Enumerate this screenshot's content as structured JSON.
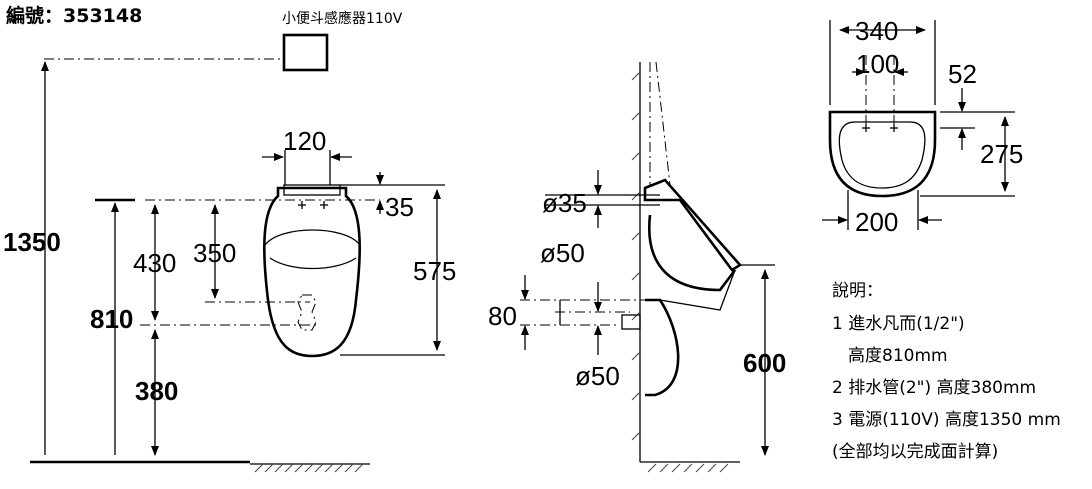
{
  "header": {
    "code_label": "編號：353148",
    "sensor_label": "小便斗感應器110V"
  },
  "front_view": {
    "d120": "120",
    "d35": "35",
    "d430": "430",
    "d350": "350",
    "d575": "575",
    "d1350": "1350",
    "d810": "810",
    "d380": "380"
  },
  "side_view": {
    "d35": "ø35",
    "d50_top": "ø50",
    "d80": "80",
    "d50_bottom": "ø50",
    "d600": "600"
  },
  "top_view": {
    "d340": "340",
    "d100": "100",
    "d52": "52",
    "d275": "275",
    "d200": "200"
  },
  "notes": {
    "title": "說明：",
    "line1": "1 進水凡而(1/2\")",
    "line2": "高度810mm",
    "line3": "2 排水管(2\")  高度380mm",
    "line4": "3 電源(110V)  高度1350 mm",
    "line5": "(全部均以完成面計算)"
  }
}
